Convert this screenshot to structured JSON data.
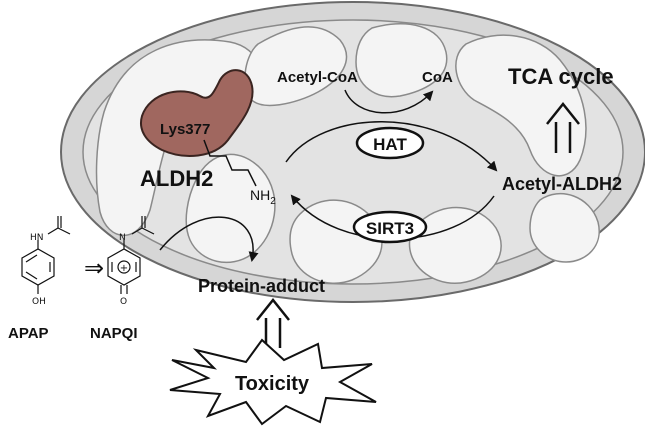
{
  "labels": {
    "lys": "Lys377",
    "aldh2": "ALDH2",
    "nh2_base": "NH",
    "nh2_sub": "2",
    "acetyl_coa": "Acetyl-CoA",
    "coa": "CoA",
    "tca": "TCA cycle",
    "hat": "HAT",
    "sirt3": "SIRT3",
    "acetyl_aldh2": "Acetyl-ALDH2",
    "protein_adduct": "Protein-adduct",
    "toxicity": "Toxicity",
    "apap": "APAP",
    "napqi": "NAPQI",
    "apap_hn": "HN",
    "apap_oh": "OH",
    "napqi_n": "N",
    "napqi_o": "O",
    "napqi_charge": "+",
    "reaction_arrow": "⇒"
  },
  "colors": {
    "mito_outer": "#d6d6d6",
    "mito_cristae": "#f2f2f2",
    "protein": "#a0675f",
    "stroke": "#6a6a6a"
  }
}
